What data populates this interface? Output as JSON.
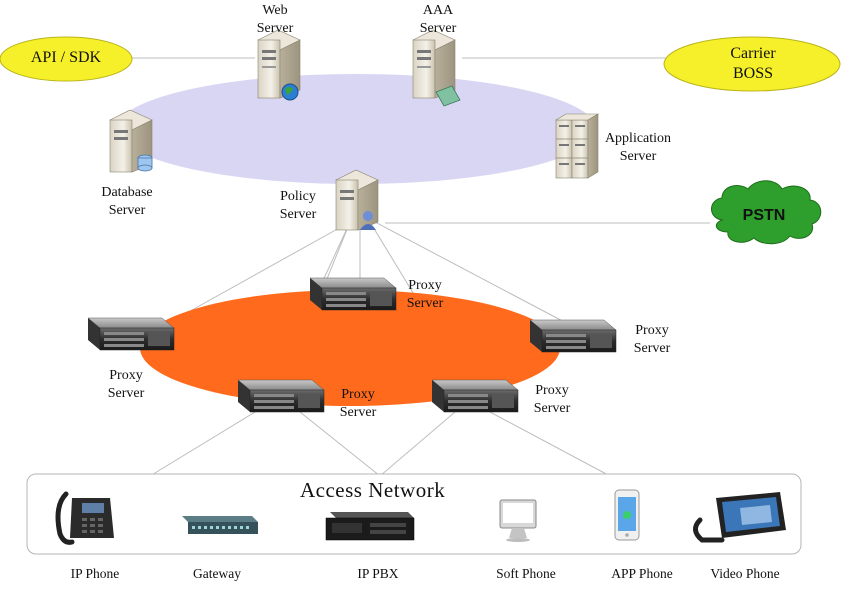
{
  "nodes": {
    "api_sdk": "API / SDK",
    "web_server": [
      "Web",
      "Server"
    ],
    "aaa_server": [
      "AAA",
      "Server"
    ],
    "carrier_boss": [
      "Carrier",
      "BOSS"
    ],
    "application_server": [
      "Application",
      "Server"
    ],
    "database_server": [
      "Database",
      "Server"
    ],
    "policy_server": [
      "Policy",
      "Server"
    ],
    "pstn": "PSTN",
    "proxy_servers": [
      [
        "Proxy",
        "Server"
      ],
      [
        "Proxy",
        "Server"
      ],
      [
        "Proxy",
        "Server"
      ],
      [
        "Proxy",
        "Server"
      ],
      [
        "Proxy",
        "Server"
      ]
    ]
  },
  "access_network": {
    "title": "Access  Network",
    "devices": [
      "IP Phone",
      "Gateway",
      "IP PBX",
      "Soft Phone",
      "APP Phone",
      "Video Phone"
    ]
  },
  "colors": {
    "core_ring": "#d9d6f4",
    "proxy_ring": "#ff6a1c",
    "yellow_node": "#f6f02a",
    "pstn_cloud": "#2e9e2c",
    "links": "#bdbdbd"
  }
}
